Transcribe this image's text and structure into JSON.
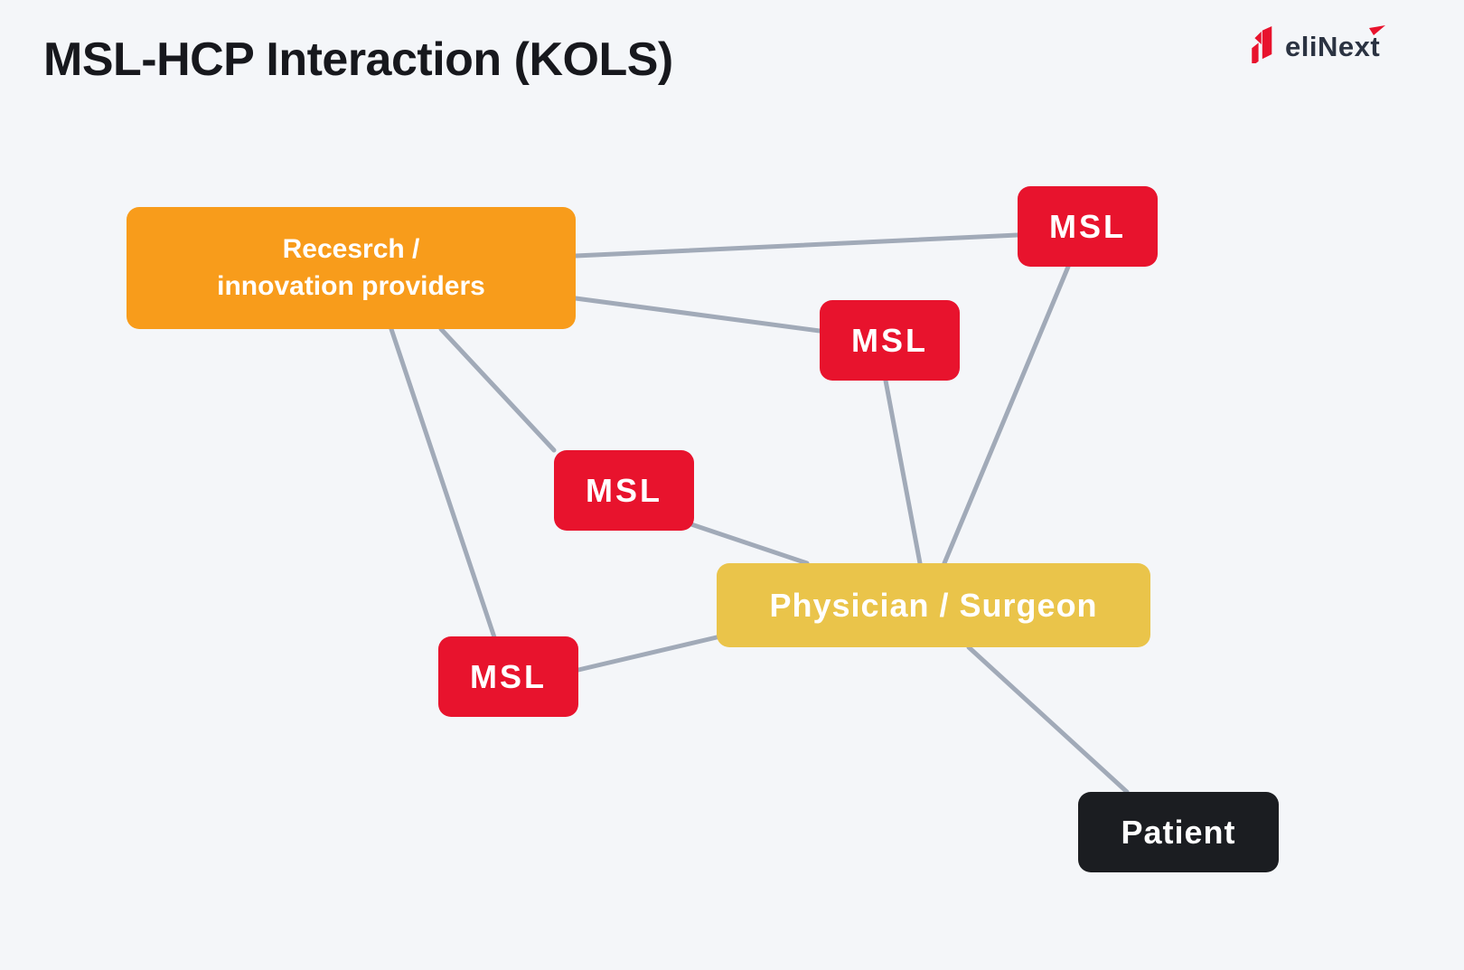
{
  "page": {
    "title": "MSL-HCP Interaction (KOLS)",
    "background_color": "#f4f6f9"
  },
  "brand": {
    "wordmark": "eliNext",
    "icon": "elinext-n-icon",
    "accent_color": "#e8132d",
    "text_color": "#2b3342"
  },
  "diagram": {
    "edge_color": "#99a2b1",
    "nodes": {
      "research": {
        "label": "Recesrch /\ninnovation providers",
        "color": "#f89c1b",
        "text_color": "#ffffff"
      },
      "msl_top_right": {
        "label": "MSL",
        "color": "#e8132d",
        "text_color": "#ffffff"
      },
      "msl_middle": {
        "label": "MSL",
        "color": "#e8132d",
        "text_color": "#ffffff"
      },
      "msl_center": {
        "label": "MSL",
        "color": "#e8132d",
        "text_color": "#ffffff"
      },
      "msl_bottom_left": {
        "label": "MSL",
        "color": "#e8132d",
        "text_color": "#ffffff"
      },
      "physician": {
        "label": "Physician / Surgeon",
        "color": "#eac44a",
        "text_color": "#ffffff"
      },
      "patient": {
        "label": "Patient",
        "color": "#1b1d21",
        "text_color": "#ffffff"
      }
    },
    "edges": [
      {
        "from": "research",
        "to": "msl_top_right"
      },
      {
        "from": "research",
        "to": "msl_middle"
      },
      {
        "from": "research",
        "to": "msl_center"
      },
      {
        "from": "research",
        "to": "msl_bottom_left"
      },
      {
        "from": "msl_center",
        "to": "physician"
      },
      {
        "from": "msl_middle",
        "to": "physician"
      },
      {
        "from": "msl_top_right",
        "to": "physician"
      },
      {
        "from": "msl_bottom_left",
        "to": "physician"
      },
      {
        "from": "physician",
        "to": "patient"
      }
    ]
  }
}
